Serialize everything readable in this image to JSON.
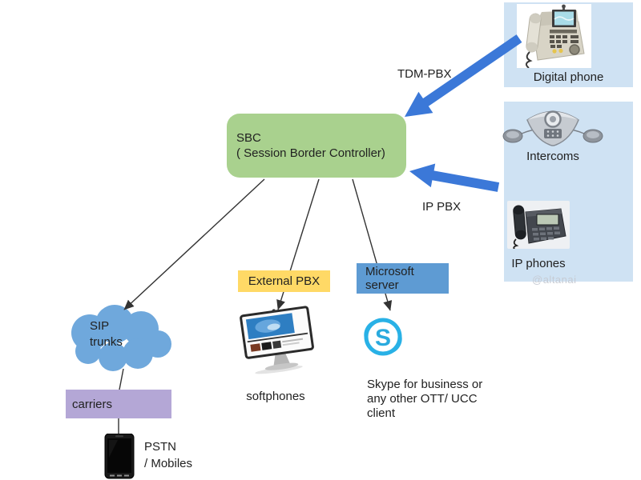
{
  "colors": {
    "panel_blue": "#cfe2f3",
    "sbc_green": "#a9d18e",
    "arrow_blue": "#3b78d8",
    "cloud_blue": "#6fa8dc",
    "carriers_purple": "#b4a7d6",
    "external_pbx_yellow": "#ffd966",
    "ms_server_blue": "#5e9bd3",
    "line_color": "#333333",
    "skype_blue": "#00aff0",
    "text_color": "#212121"
  },
  "sbc": {
    "line1": "SBC",
    "line2": "( Session Border Controller)"
  },
  "edges": {
    "tdm_pbx_label": "TDM-PBX",
    "ip_pbx_label": "IP PBX"
  },
  "right_column": {
    "digital_phone_panel": {
      "caption": "Digital phone"
    },
    "devices_panel": {
      "intercoms_caption": "Intercoms",
      "ip_phones_caption": "IP phones"
    }
  },
  "sip_trunks": {
    "line1": "SIP",
    "line2": "trunks"
  },
  "carriers": {
    "label": "carriers"
  },
  "pstn": {
    "line1": "PSTN",
    "line2": "/ Mobiles"
  },
  "external_pbx": {
    "label": "External PBX"
  },
  "softphones": {
    "label": "softphones"
  },
  "microsoft_server": {
    "line1": "Microsoft",
    "line2": "server"
  },
  "skype": {
    "caption_line1": "Skype for business or",
    "caption_line2": "any other OTT/ UCC",
    "caption_line3": "client",
    "logo_letter": "S"
  },
  "watermark": "@altanai",
  "icons": {
    "digital-phone-icon": "desk video phone photo",
    "intercom-icon": "conference speakerphone photo",
    "ip-phone-icon": "IP desk phone photo",
    "smartphone-icon": "mobile phone photo",
    "monitor-icon": "desktop monitor with softphone app",
    "skype-icon": "Skype for Business logo",
    "cloud-icon": "SIP trunks network cloud"
  }
}
